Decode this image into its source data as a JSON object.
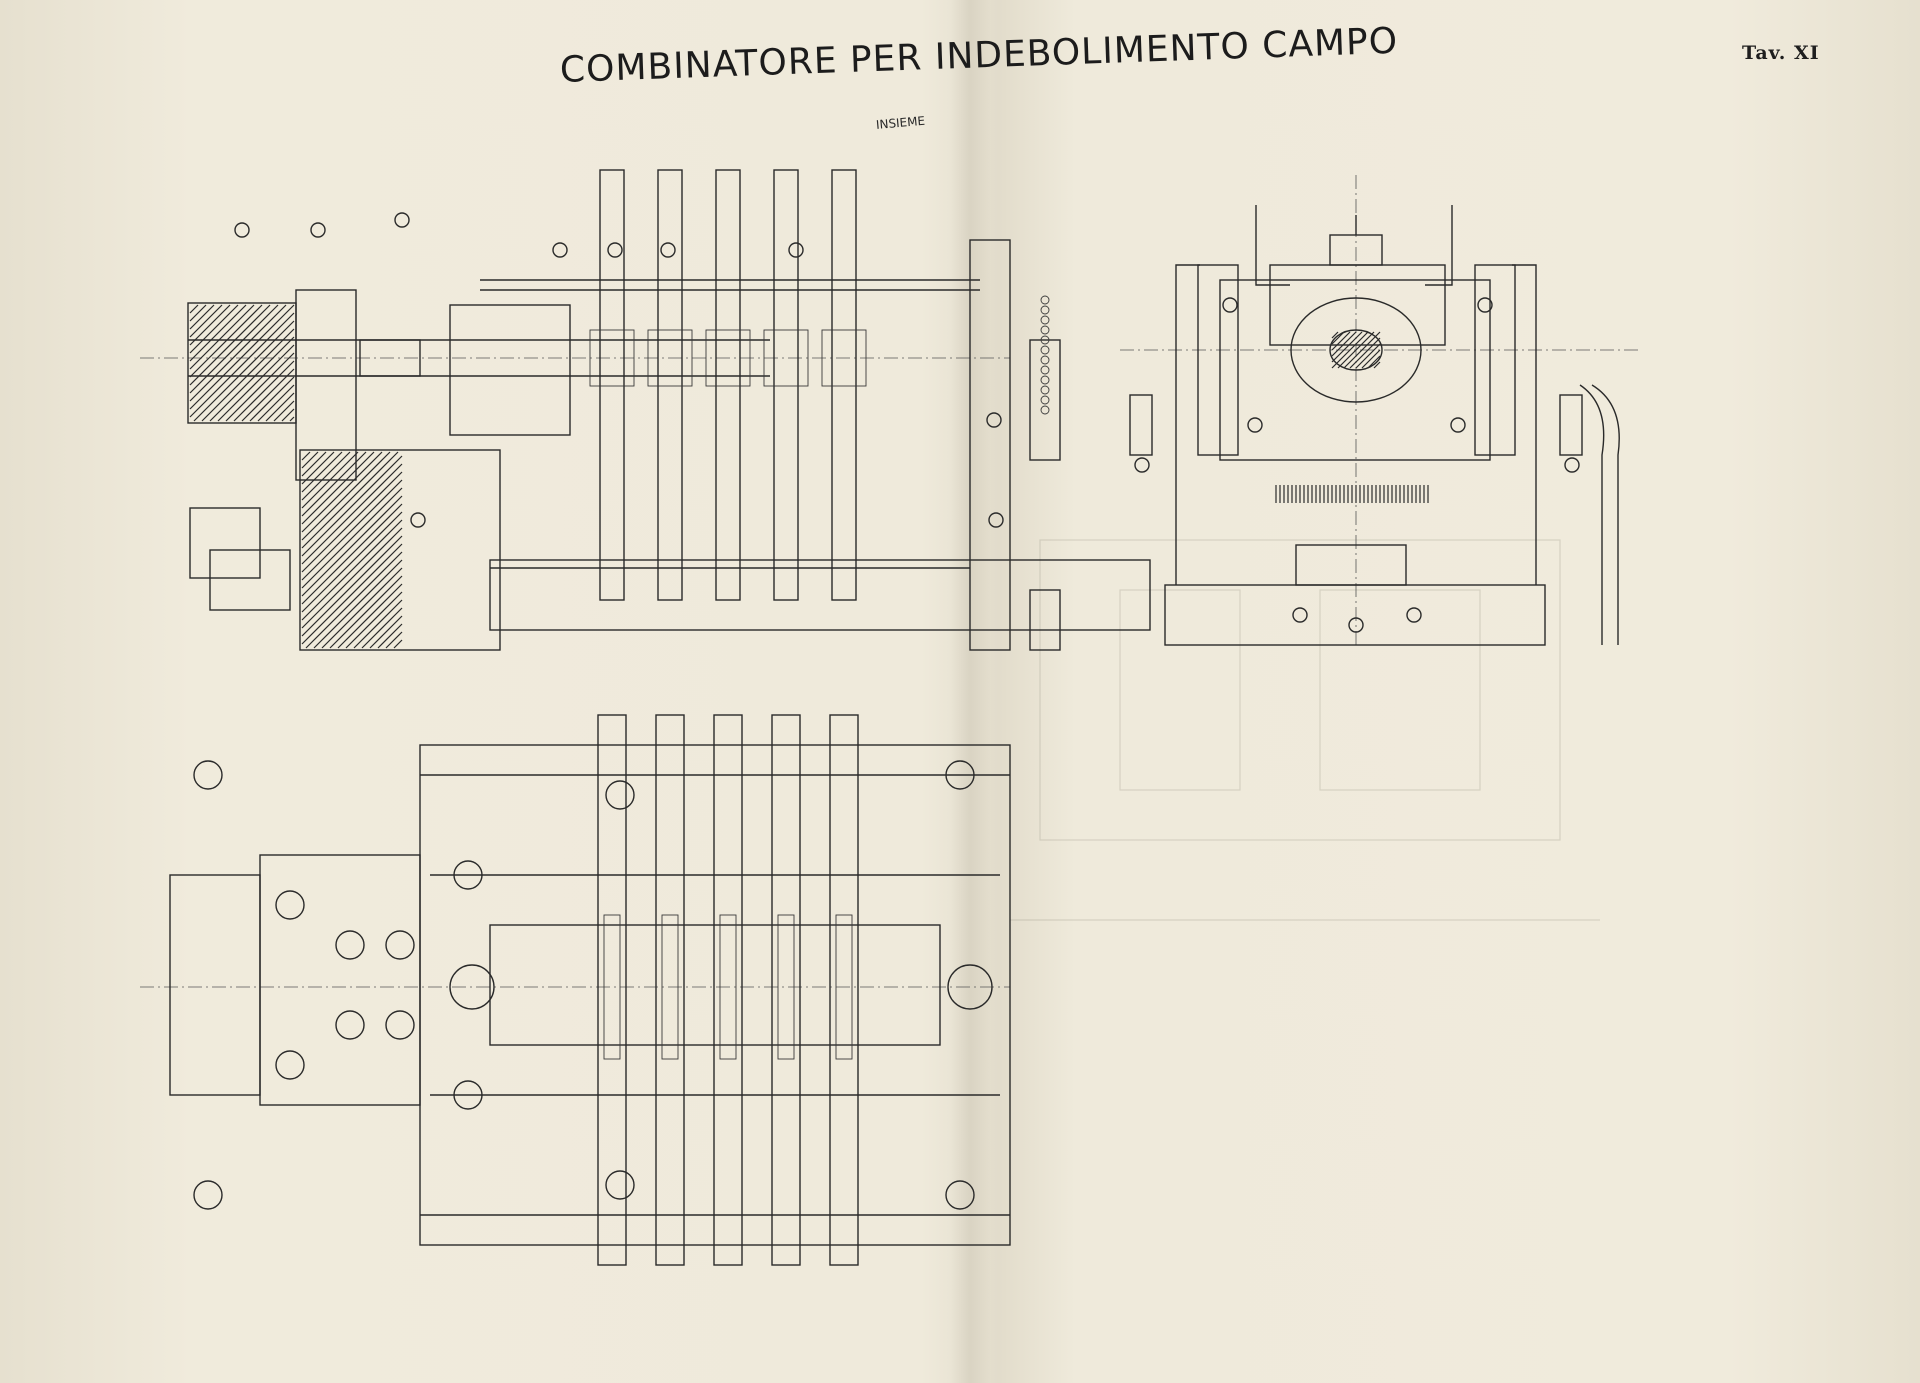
{
  "sheet": {
    "title": "COMBINATORE PER INDEBOLIMENTO CAMPO",
    "subtitle": "INSIEME",
    "plate_label": "Tav. XI"
  },
  "colors": {
    "paper": "#efeadb",
    "ink": "#2a2a2a"
  },
  "views": [
    "side-section-view",
    "end-view",
    "plan-view"
  ]
}
